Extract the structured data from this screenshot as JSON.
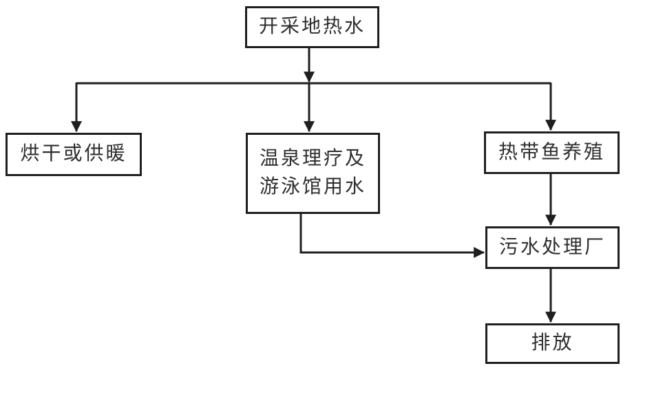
{
  "diagram": {
    "type": "flowchart",
    "background_color": "#ffffff",
    "line_color": "#1f1f1f",
    "box_border_color": "#1f1f1f",
    "text_color": "#2e2e2e",
    "nodes": {
      "source": {
        "label": "开采地热水"
      },
      "drying": {
        "label": "烘干或供暖"
      },
      "spa": {
        "lines": [
          "温泉理疗及",
          "游泳馆用水"
        ]
      },
      "fish": {
        "label": "热带鱼养殖"
      },
      "sewage": {
        "label": "污水处理厂"
      },
      "discharge": {
        "label": "排放"
      }
    },
    "edges": [
      {
        "from": "source",
        "to": "drying",
        "style": "arrow"
      },
      {
        "from": "source",
        "to": "spa",
        "style": "arrow"
      },
      {
        "from": "source",
        "to": "fish",
        "style": "arrow"
      },
      {
        "from": "spa",
        "to": "sewage",
        "style": "arrow"
      },
      {
        "from": "fish",
        "to": "sewage",
        "style": "arrow"
      },
      {
        "from": "sewage",
        "to": "discharge",
        "style": "arrow"
      }
    ]
  }
}
